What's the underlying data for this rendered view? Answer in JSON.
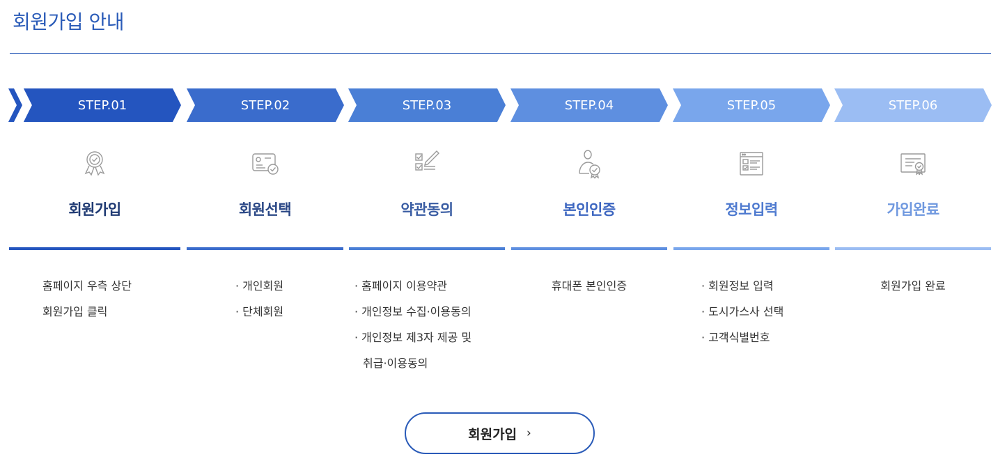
{
  "page": {
    "title": "회원가입 안내",
    "accent_color": "#2a5bb8"
  },
  "steps": [
    {
      "label": "STEP.01",
      "name": "회원가입",
      "color": "#2455bf",
      "name_color": "#1f3a73",
      "icon": "award-badge-icon",
      "desc": [
        "홈페이지 우측 상단",
        "회원가입 클릭"
      ]
    },
    {
      "label": "STEP.02",
      "name": "회원선택",
      "color": "#3a6ccc",
      "name_color": "#2b4886",
      "icon": "id-card-check-icon",
      "desc": [
        "· 개인회원",
        "· 단체회원"
      ]
    },
    {
      "label": "STEP.03",
      "name": "약관동의",
      "color": "#4a7fd6",
      "name_color": "#3a5da3",
      "icon": "checklist-pen-icon",
      "desc": [
        "· 홈페이지 이용약관",
        "· 개인정보 수집·이용동의",
        "· 개인정보 제3자 제공 및",
        "취급·이용동의"
      ]
    },
    {
      "label": "STEP.04",
      "name": "본인인증",
      "color": "#5e8fe0",
      "name_color": "#3d66c0",
      "icon": "user-verify-icon",
      "desc": [
        "휴대폰 본인인증"
      ]
    },
    {
      "label": "STEP.05",
      "name": "정보입력",
      "color": "#79a6ec",
      "name_color": "#4d79cf",
      "icon": "form-window-icon",
      "desc": [
        "· 회원정보 입력",
        "· 도시가스사 선택",
        "· 고객식별번호"
      ]
    },
    {
      "label": "STEP.06",
      "name": "가입완료",
      "color": "#9bbdf3",
      "name_color": "#6f98df",
      "icon": "certificate-check-icon",
      "desc": [
        "회원가입 완료"
      ]
    }
  ],
  "join_button": {
    "label": "회원가입",
    "chevron": "›"
  }
}
